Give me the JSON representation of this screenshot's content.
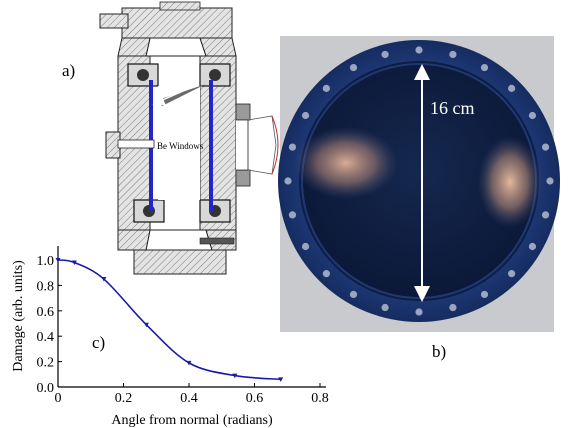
{
  "panel_labels": {
    "a": "a)",
    "b": "b)",
    "c": "c)"
  },
  "diagram": {
    "window_label": "Be  Windows"
  },
  "photo": {
    "measure_label": "16 cm"
  },
  "chart_data": {
    "type": "line",
    "xlabel": "Angle from normal (radians)",
    "ylabel": "Damage (arb. units)",
    "xlim": [
      0,
      0.8
    ],
    "ylim": [
      0,
      1.0
    ],
    "xticks": [
      "0",
      "0.2",
      "0.4",
      "0.6",
      "0.8"
    ],
    "yticks": [
      "0.0",
      "0.2",
      "0.4",
      "0.6",
      "0.8",
      "1.0"
    ],
    "grid": false,
    "series": [
      {
        "color": "#1a1aa8",
        "x": [
          0.0,
          0.05,
          0.14,
          0.27,
          0.4,
          0.54,
          0.68
        ],
        "y": [
          1.0,
          0.98,
          0.85,
          0.49,
          0.19,
          0.09,
          0.06
        ]
      }
    ]
  }
}
